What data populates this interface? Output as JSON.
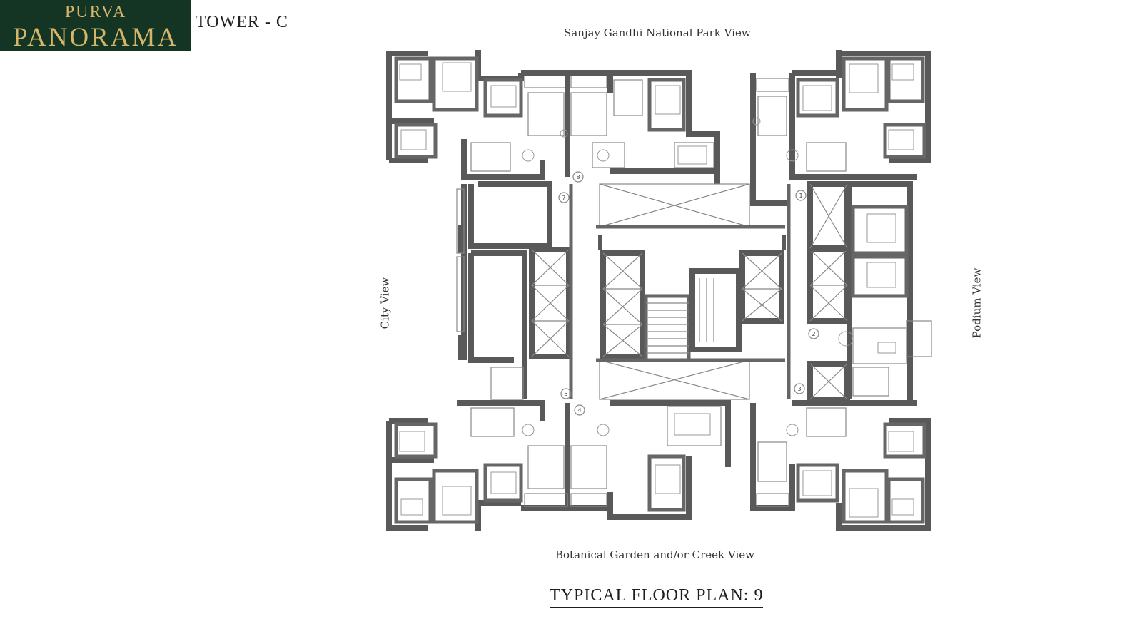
{
  "brand": {
    "line1": "PURVA",
    "line2": "PANORAMA",
    "bg_color": "#143524",
    "text_color": "#d4b56a"
  },
  "tower_label": "TOWER - C",
  "views": {
    "top": "Sanjay Gandhi National Park View",
    "bottom": "Botanical Garden and/or Creek View",
    "left": "City View",
    "right": "Podium View"
  },
  "plan_title": "TYPICAL FLOOR PLAN: 9",
  "unit_numbers": [
    "1",
    "2",
    "3",
    "4",
    "5",
    "7",
    "8"
  ]
}
